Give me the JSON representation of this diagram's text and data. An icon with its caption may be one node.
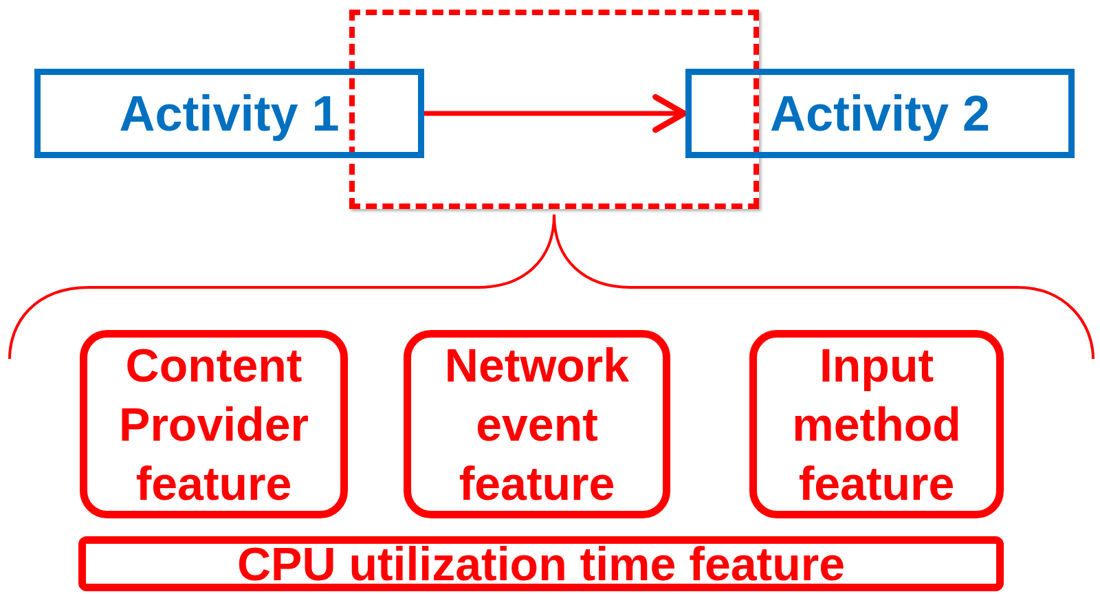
{
  "diagram": {
    "nodes": [
      {
        "text": [
          "Activity 1"
        ]
      },
      {
        "text": [
          "Activity 2"
        ]
      },
      {
        "text": [
          "Content Provider feature"
        ]
      },
      {
        "text": [
          "Network event feature"
        ]
      },
      {
        "text": [
          "Input method feature"
        ]
      },
      {
        "text": [
          "CPU utilization time feature"
        ]
      }
    ],
    "edges": [
      {
        "from": 0,
        "to": 1,
        "arrow": "to"
      }
    ]
  }
}
